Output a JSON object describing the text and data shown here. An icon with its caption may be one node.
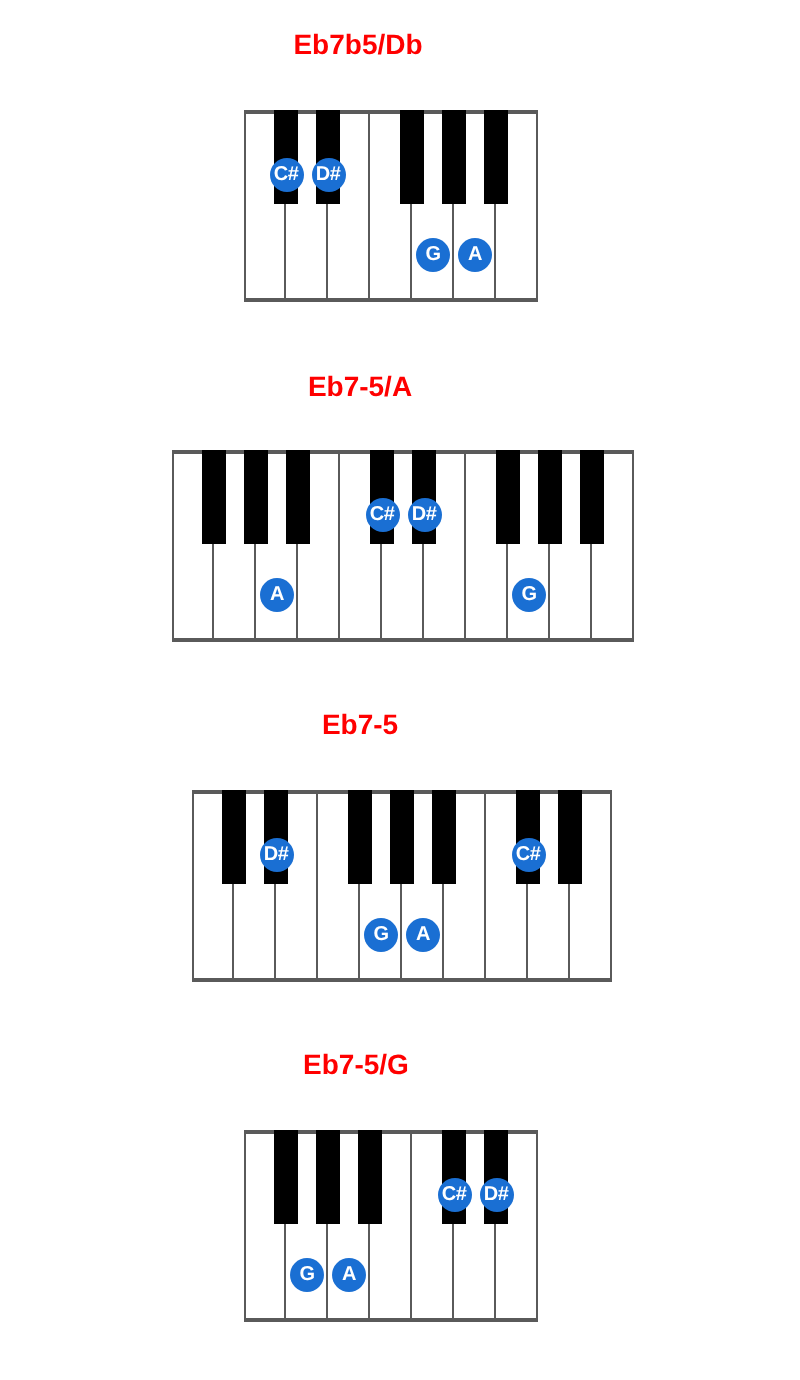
{
  "diagram": {
    "nodes": [
      {
        "text": [
          "Eb7b5/Db"
        ]
      },
      {
        "text": [
          "C#"
        ],
        "in": 0
      },
      {
        "text": [
          "D#"
        ],
        "in": 0
      },
      {
        "text": [
          "G"
        ],
        "in": 0
      },
      {
        "text": [
          "A"
        ],
        "in": 0
      },
      {
        "text": [
          "Eb7-5/A"
        ]
      },
      {
        "text": [
          "C#"
        ],
        "in": 5
      },
      {
        "text": [
          "D#"
        ],
        "in": 5
      },
      {
        "text": [
          "A"
        ],
        "in": 5
      },
      {
        "text": [
          "G"
        ],
        "in": 5
      },
      {
        "text": [
          "Eb7-5"
        ]
      },
      {
        "text": [
          "D#"
        ],
        "in": 10
      },
      {
        "text": [
          "C#"
        ],
        "in": 10
      },
      {
        "text": [
          "G"
        ],
        "in": 10
      },
      {
        "text": [
          "A"
        ],
        "in": 10
      },
      {
        "text": [
          "Eb7-5/G"
        ]
      },
      {
        "text": [
          "C#"
        ],
        "in": 15
      },
      {
        "text": [
          "D#"
        ],
        "in": 15
      },
      {
        "text": [
          "G"
        ],
        "in": 15
      },
      {
        "text": [
          "A"
        ],
        "in": 15
      }
    ]
  }
}
